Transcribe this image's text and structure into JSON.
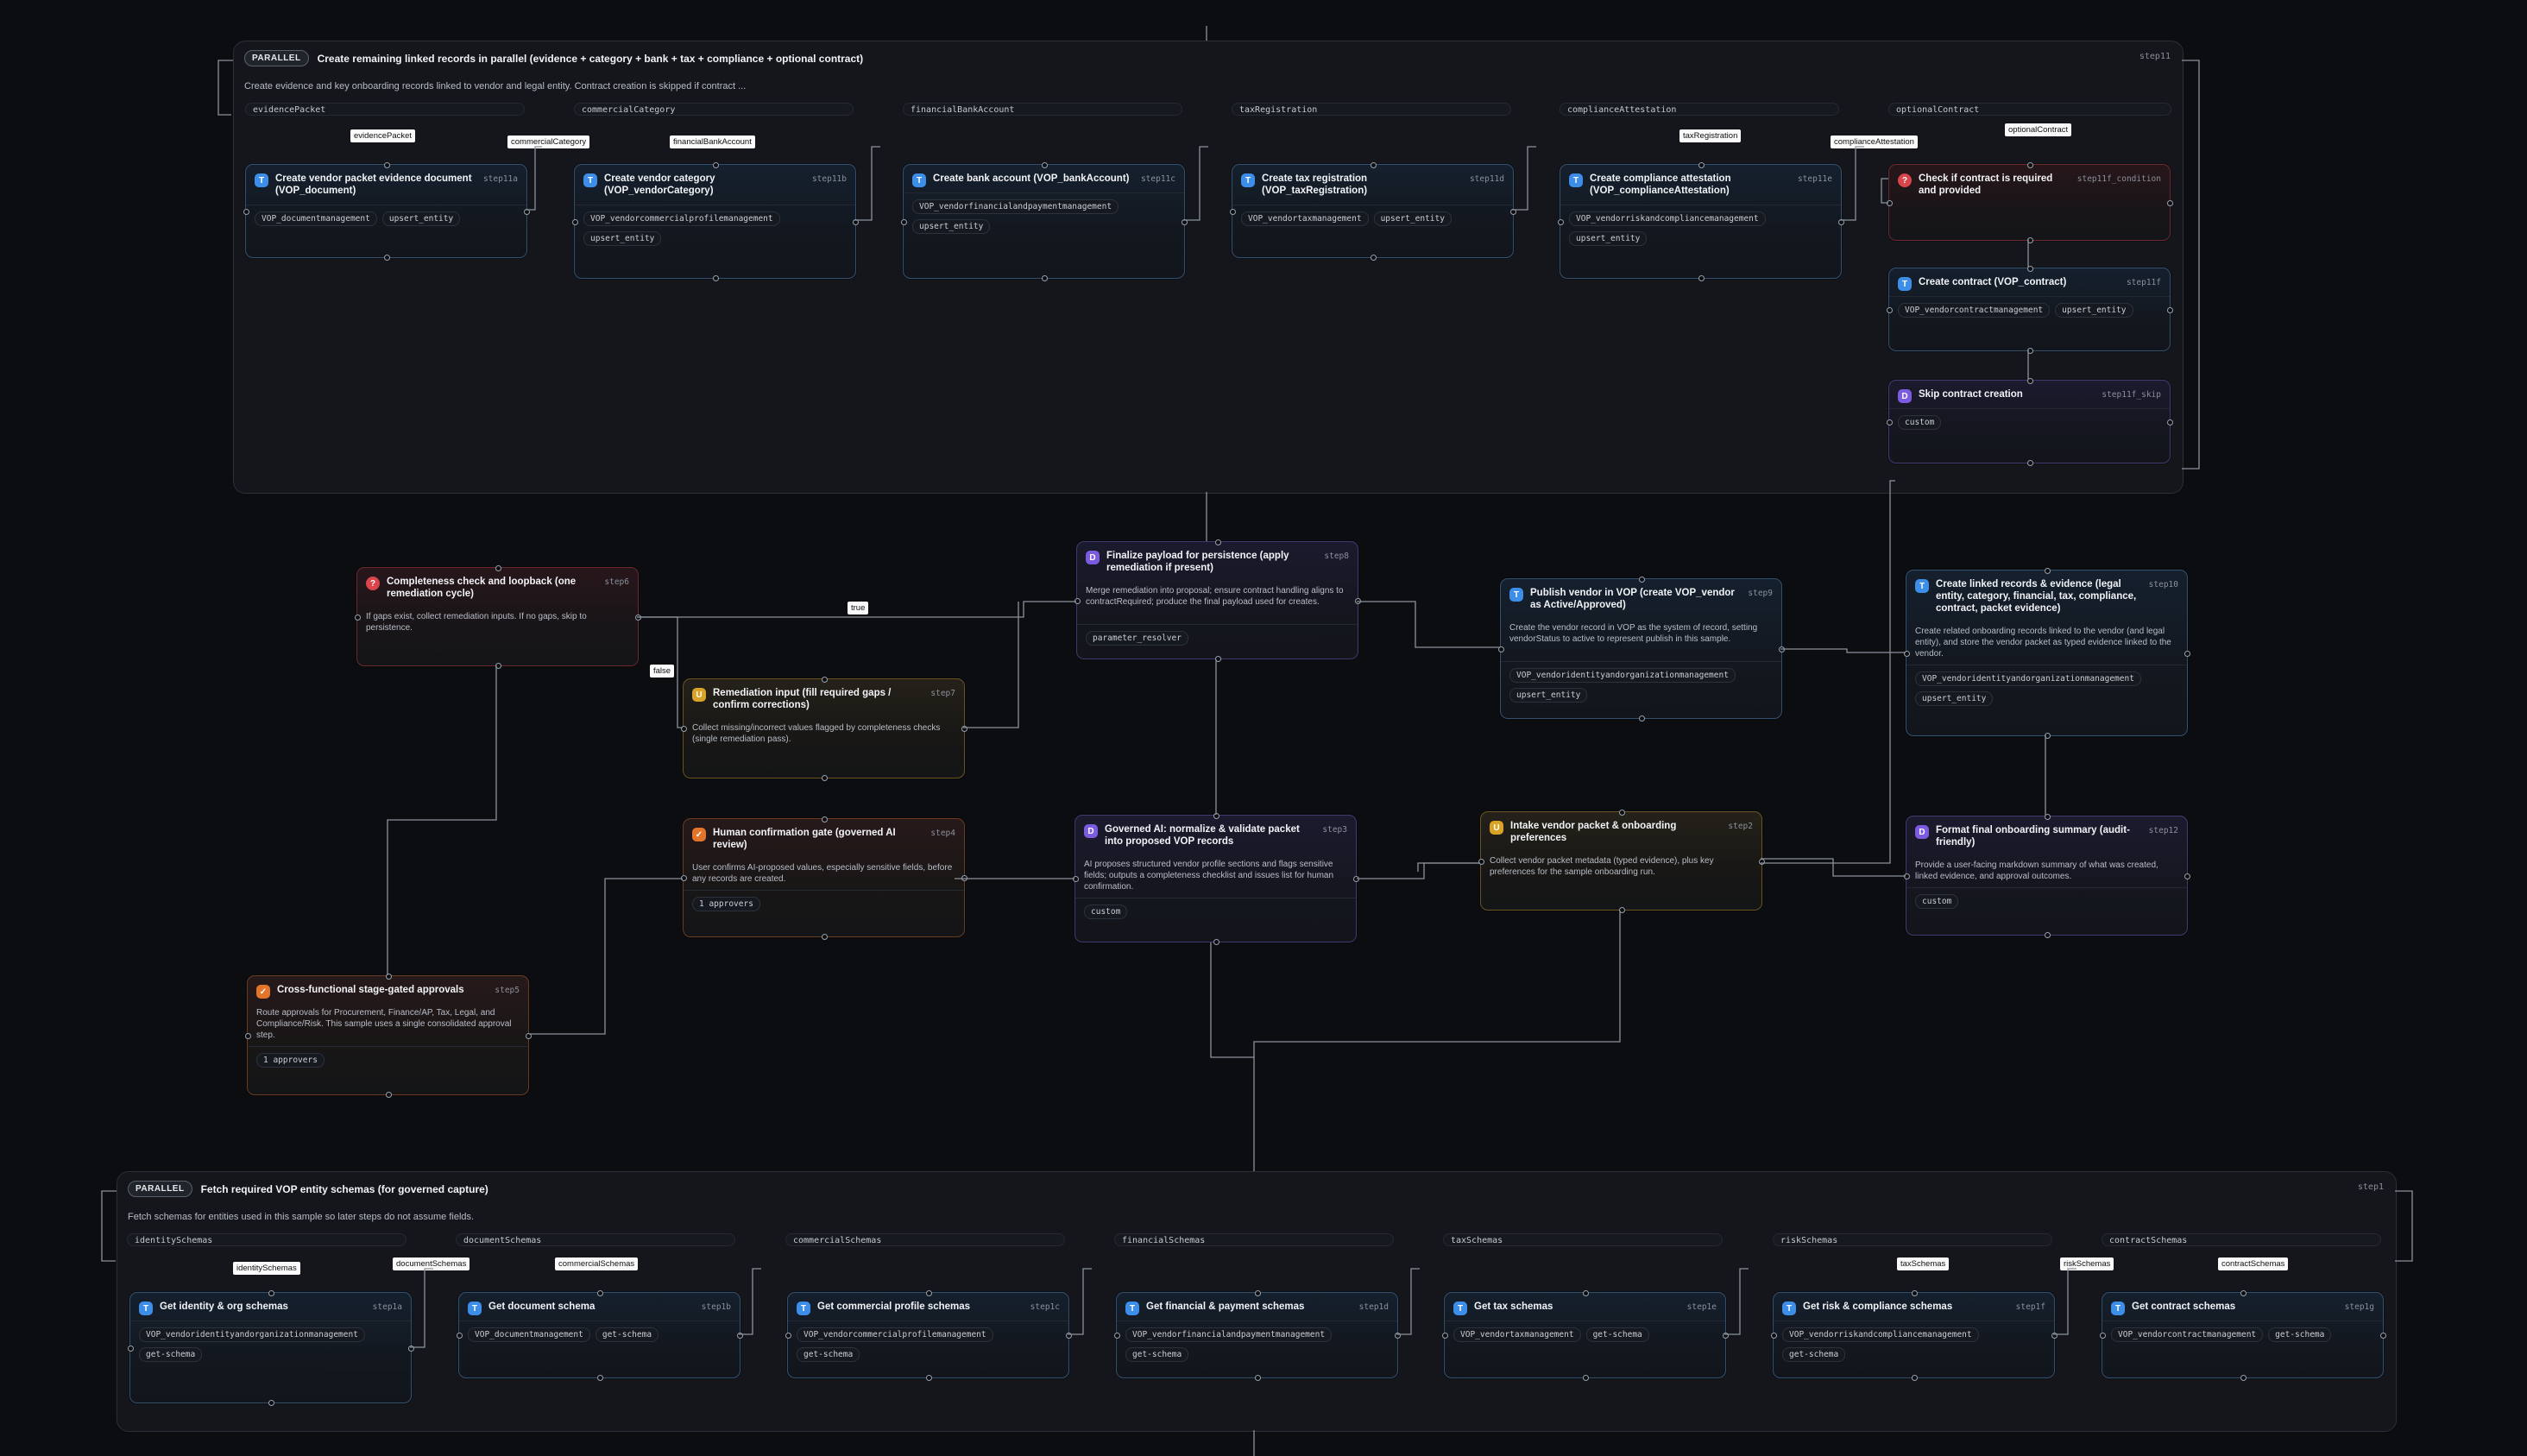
{
  "groups": {
    "step11": {
      "badge": "PARALLEL",
      "title": "Create remaining linked records in parallel (evidence + category + bank + tax + compliance + optional contract)",
      "id": "step11",
      "description": "Create evidence and key onboarding records linked to vendor and legal entity. Contract creation is skipped if contract ...",
      "inputs": [
        "evidencePacket",
        "commercialCategory",
        "financialBankAccount",
        "taxRegistration",
        "complianceAttestation",
        "optionalContract"
      ],
      "tags": [
        "evidencePacket",
        "commercialCategory",
        "financialBankAccount",
        "taxRegistration",
        "complianceAttestation",
        "optionalContract"
      ]
    },
    "step1": {
      "badge": "PARALLEL",
      "title": "Fetch required VOP entity schemas (for governed capture)",
      "id": "step1",
      "description": "Fetch schemas for entities used in this sample so later steps do not assume fields.",
      "inputs": [
        "identitySchemas",
        "documentSchemas",
        "commercialSchemas",
        "financialSchemas",
        "taxSchemas",
        "riskSchemas",
        "contractSchemas"
      ],
      "tags": [
        "identitySchemas",
        "documentSchemas",
        "commercialSchemas",
        "taxSchemas",
        "riskSchemas",
        "contractSchemas"
      ]
    }
  },
  "nodes": {
    "step11a": {
      "title": "Create vendor packet evidence document (VOP_document)",
      "id": "step11a",
      "chips": [
        "VOP_documentmanagement",
        "upsert_entity"
      ],
      "icon": "T"
    },
    "step11b": {
      "title": "Create vendor category (VOP_vendorCategory)",
      "id": "step11b",
      "chips": [
        "VOP_vendorcommercialprofilemanagement",
        "upsert_entity"
      ],
      "icon": "T"
    },
    "step11c": {
      "title": "Create bank account (VOP_bankAccount)",
      "id": "step11c",
      "chips": [
        "VOP_vendorfinancialandpaymentmanagement",
        "upsert_entity"
      ],
      "icon": "T"
    },
    "step11d": {
      "title": "Create tax registration (VOP_taxRegistration)",
      "id": "step11d",
      "chips": [
        "VOP_vendortaxmanagement",
        "upsert_entity"
      ],
      "icon": "T"
    },
    "step11e": {
      "title": "Create compliance attestation (VOP_complianceAttestation)",
      "id": "step11e",
      "chips": [
        "VOP_vendorriskandcompliancemanagement",
        "upsert_entity"
      ],
      "icon": "T"
    },
    "step11f_condition": {
      "title": "Check if contract is required and provided",
      "id": "step11f_condition",
      "icon": "?"
    },
    "step11f": {
      "title": "Create contract (VOP_contract)",
      "id": "step11f",
      "chips": [
        "VOP_vendorcontractmanagement",
        "upsert_entity"
      ],
      "icon": "T"
    },
    "step11f_skip": {
      "title": "Skip contract creation",
      "id": "step11f_skip",
      "chips": [
        "custom"
      ],
      "icon": "D"
    },
    "step6": {
      "title": "Completeness check and loopback (one remediation cycle)",
      "id": "step6",
      "desc": "If gaps exist, collect remediation inputs. If no gaps, skip to persistence.",
      "icon": "?"
    },
    "step8": {
      "title": "Finalize payload for persistence (apply remediation if present)",
      "id": "step8",
      "desc": "Merge remediation into proposal; ensure contract handling aligns to contractRequired; produce the final payload used for creates.",
      "chips": [
        "parameter_resolver"
      ],
      "icon": "D"
    },
    "step9": {
      "title": "Publish vendor in VOP (create VOP_vendor as Active/Approved)",
      "id": "step9",
      "desc": "Create the vendor record in VOP as the system of record, setting vendorStatus to active to represent publish in this sample.",
      "chips": [
        "VOP_vendoridentityandorganizationmanagement",
        "upsert_entity"
      ],
      "icon": "T"
    },
    "step10": {
      "title": "Create linked records & evidence (legal entity, category, financial, tax, compliance, contract, packet evidence)",
      "id": "step10",
      "desc": "Create related onboarding records linked to the vendor (and legal entity), and store the vendor packet as typed evidence linked to the vendor.",
      "chips": [
        "VOP_vendoridentityandorganizationmanagement",
        "upsert_entity"
      ],
      "icon": "T"
    },
    "step7": {
      "title": "Remediation input (fill required gaps / confirm corrections)",
      "id": "step7",
      "desc": "Collect missing/incorrect values flagged by completeness checks (single remediation pass).",
      "icon": "U"
    },
    "step4": {
      "title": "Human confirmation gate (governed AI review)",
      "id": "step4",
      "desc": "User confirms AI-proposed values, especially sensitive fields, before any records are created.",
      "chips": [
        "1 approvers"
      ],
      "icon": "✓"
    },
    "step3": {
      "title": "Governed AI: normalize & validate packet into proposed VOP records",
      "id": "step3",
      "desc": "AI proposes structured vendor profile sections and flags sensitive fields; outputs a completeness checklist and issues list for human confirmation.",
      "chips": [
        "custom"
      ],
      "icon": "D"
    },
    "step2": {
      "title": "Intake vendor packet & onboarding preferences",
      "id": "step2",
      "desc": "Collect vendor packet metadata (typed evidence), plus key preferences for the sample onboarding run.",
      "icon": "U"
    },
    "step12": {
      "title": "Format final onboarding summary (audit-friendly)",
      "id": "step12",
      "desc": "Provide a user-facing markdown summary of what was created, linked evidence, and approval outcomes.",
      "chips": [
        "custom"
      ],
      "icon": "D"
    },
    "step5": {
      "title": "Cross-functional stage-gated approvals",
      "id": "step5",
      "desc": "Route approvals for Procurement, Finance/AP, Tax, Legal, and Compliance/Risk. This sample uses a single consolidated approval step.",
      "chips": [
        "1 approvers"
      ],
      "icon": "✓"
    },
    "step1a": {
      "title": "Get identity & org schemas",
      "id": "step1a",
      "chips": [
        "VOP_vendoridentityandorganizationmanagement",
        "get-schema"
      ],
      "icon": "T"
    },
    "step1b": {
      "title": "Get document schema",
      "id": "step1b",
      "chips": [
        "VOP_documentmanagement",
        "get-schema"
      ],
      "icon": "T"
    },
    "step1c": {
      "title": "Get commercial profile schemas",
      "id": "step1c",
      "chips": [
        "VOP_vendorcommercialprofilemanagement",
        "get-schema"
      ],
      "icon": "T"
    },
    "step1d": {
      "title": "Get financial & payment schemas",
      "id": "step1d",
      "chips": [
        "VOP_vendorfinancialandpaymentmanagement",
        "get-schema"
      ],
      "icon": "T"
    },
    "step1e": {
      "title": "Get tax schemas",
      "id": "step1e",
      "chips": [
        "VOP_vendortaxmanagement",
        "get-schema"
      ],
      "icon": "T"
    },
    "step1f": {
      "title": "Get risk & compliance schemas",
      "id": "step1f",
      "chips": [
        "VOP_vendorriskandcompliancemanagement",
        "get-schema"
      ],
      "icon": "T"
    },
    "step1g": {
      "title": "Get contract schemas",
      "id": "step1g",
      "chips": [
        "VOP_vendorcontractmanagement",
        "get-schema"
      ],
      "icon": "T"
    }
  },
  "edge_labels": {
    "true": "true",
    "false": "false"
  },
  "colors": {
    "background": "#0b0d11",
    "tool": "#3d8ee8",
    "ai": "#7b5ce0",
    "condition": "#d9454a",
    "user": "#d8a326",
    "approval": "#e2742b",
    "wire": "#8b929c"
  }
}
